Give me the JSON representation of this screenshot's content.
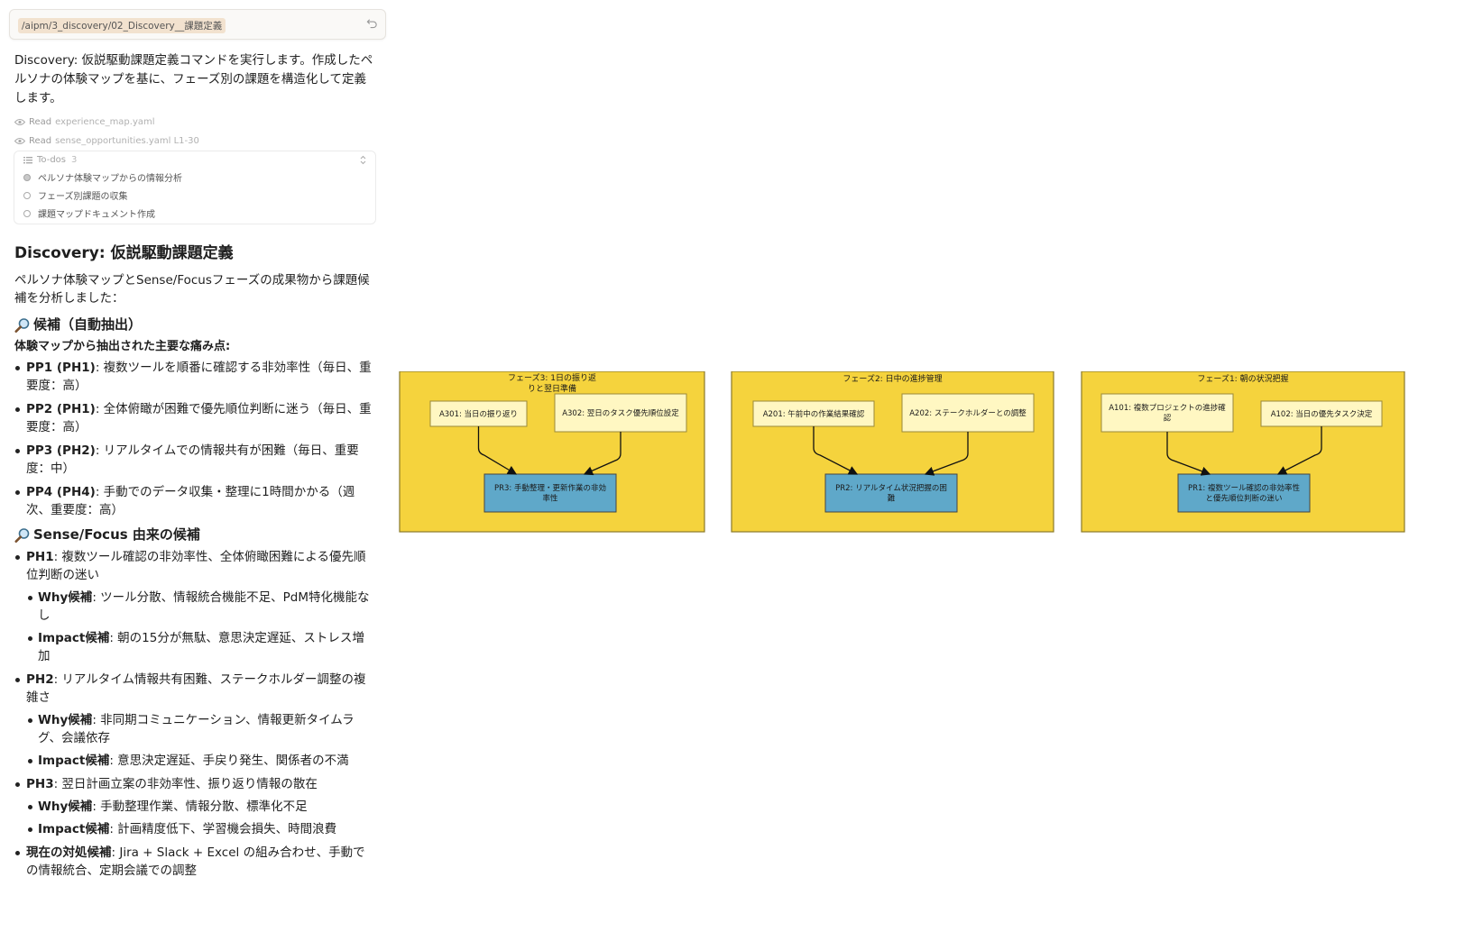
{
  "command": {
    "text": "/aipm/3_discovery/02_Discovery__課題定義"
  },
  "intro": "Discovery: 仮説駆動課題定義コマンドを実行します。作成したペルソナの体験マップを基に、フェーズ別の課題を構造化して定義します。",
  "tool_calls": [
    {
      "action": "Read",
      "file": "experience_map.yaml"
    },
    {
      "action": "Read",
      "file": "sense_opportunities.yaml L1-30"
    }
  ],
  "todos": {
    "label": "To-dos",
    "count": "3",
    "items": [
      {
        "label": "ペルソナ体験マップからの情報分析",
        "active": true
      },
      {
        "label": "フェーズ別課題の収集",
        "active": false
      },
      {
        "label": "課題マップドキュメント作成",
        "active": false
      }
    ]
  },
  "heading": "Discovery: 仮説駆動課題定義",
  "lead": "ペルソナ体験マップとSense/Focusフェーズの成果物から課題候補を分析しました：",
  "section1": {
    "title": "候補（自動抽出）",
    "subheading": "体験マップから抽出された主要な痛み点:",
    "items": [
      {
        "key": "PP1 (PH1)",
        "text": ": 複数ツールを順番に確認する非効率性（毎日、重要度：高）"
      },
      {
        "key": "PP2 (PH1)",
        "text": ": 全体俯瞰が困難で優先順位判断に迷う（毎日、重要度：高）"
      },
      {
        "key": "PP3 (PH2)",
        "text": ": リアルタイムでの情報共有が困難（毎日、重要度：中）"
      },
      {
        "key": "PP4 (PH4)",
        "text": ": 手動でのデータ収集・整理に1時間かかる（週次、重要度：高）"
      }
    ]
  },
  "section2": {
    "title": "Sense/Focus 由来の候補",
    "items": [
      {
        "key": "PH1",
        "text": ": 複数ツール確認の非効率性、全体俯瞰困難による優先順位判断の迷い",
        "sub": [
          {
            "key": "Why候補",
            "text": ": ツール分散、情報統合機能不足、PdM特化機能なし"
          },
          {
            "key": "Impact候補",
            "text": ": 朝の15分が無駄、意思決定遅延、ストレス増加"
          }
        ]
      },
      {
        "key": "PH2",
        "text": ": リアルタイム情報共有困難、ステークホルダー調整の複雑さ",
        "sub": [
          {
            "key": "Why候補",
            "text": ": 非同期コミュニケーション、情報更新タイムラグ、会議依存"
          },
          {
            "key": "Impact候補",
            "text": ": 意思決定遅延、手戻り発生、関係者の不満"
          }
        ]
      },
      {
        "key": "PH3",
        "text": ": 翌日計画立案の非効率性、振り返り情報の散在",
        "sub": [
          {
            "key": "Why候補",
            "text": ": 手動整理作業、情報分散、標準化不足"
          },
          {
            "key": "Impact候補",
            "text": ": 計画精度低下、学習機会損失、時間浪費"
          }
        ]
      },
      {
        "key": "現在の対処候補",
        "text": ": Jira + Slack + Excel の組み合わせ、手動での情報統合、定期会議での調整",
        "sub": []
      }
    ]
  },
  "diagram": {
    "colors": {
      "phase_fill": "#f5d33d",
      "phase_stroke": "#8a7a2a",
      "node_fill": "#fff7c2",
      "node_stroke": "#9a8a3a",
      "problem_fill": "#5fa8c9",
      "problem_stroke": "#444444"
    },
    "phases": [
      {
        "title": "フェーズ3: 1日の振り返りと翌日準備",
        "nodes": [
          "A301: 当日の振り返り",
          "A302: 翌日のタスク優先順位設定"
        ],
        "problem": "PR3: 手動整理・更新作業の非効率性"
      },
      {
        "title": "フェーズ2: 日中の進捗管理",
        "nodes": [
          "A201: 午前中の作業結果確認",
          "A202: ステークホルダーとの調整"
        ],
        "problem": "PR2: リアルタイム状況把握の困難"
      },
      {
        "title": "フェーズ1: 朝の状況把握",
        "nodes": [
          "A101: 複数プロジェクトの進捗確認",
          "A102: 当日の優先タスク決定"
        ],
        "problem": "PR1: 複数ツール確認の非効率性と優先順位判断の迷い"
      }
    ]
  }
}
